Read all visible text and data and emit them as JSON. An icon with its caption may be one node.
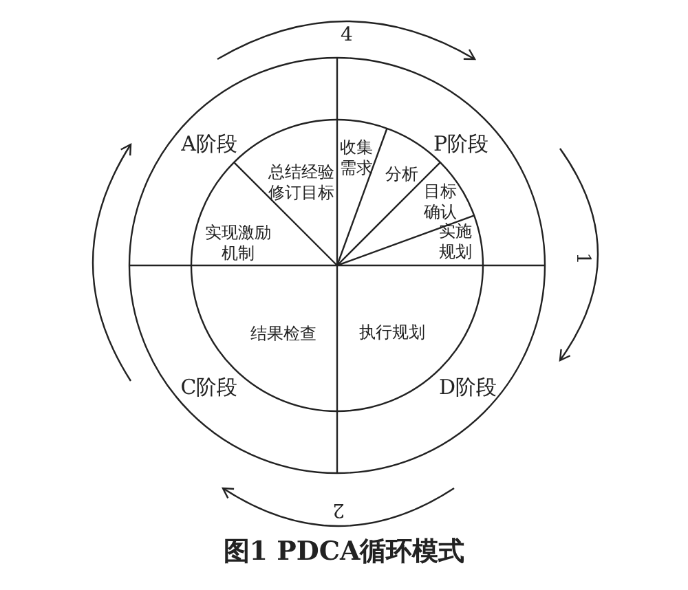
{
  "diagram": {
    "caption": "图1 PDCA循环模式",
    "nodes": [
      {
        "text": [
          "A阶段"
        ]
      },
      {
        "text": [
          "P阶段"
        ]
      },
      {
        "text": [
          "C阶段"
        ]
      },
      {
        "text": [
          "D阶段"
        ]
      },
      {
        "text": [
          "收集需求"
        ]
      },
      {
        "text": [
          "分析"
        ]
      },
      {
        "text": [
          "目标确认"
        ]
      },
      {
        "text": [
          "实施规划"
        ]
      },
      {
        "text": [
          "总结经验修订目标"
        ]
      },
      {
        "text": [
          "实现激励机制"
        ]
      },
      {
        "text": [
          "结果检查"
        ]
      },
      {
        "text": [
          "执行规划"
        ]
      }
    ],
    "edges": [],
    "labels": [
      "4",
      "1",
      "2"
    ]
  }
}
